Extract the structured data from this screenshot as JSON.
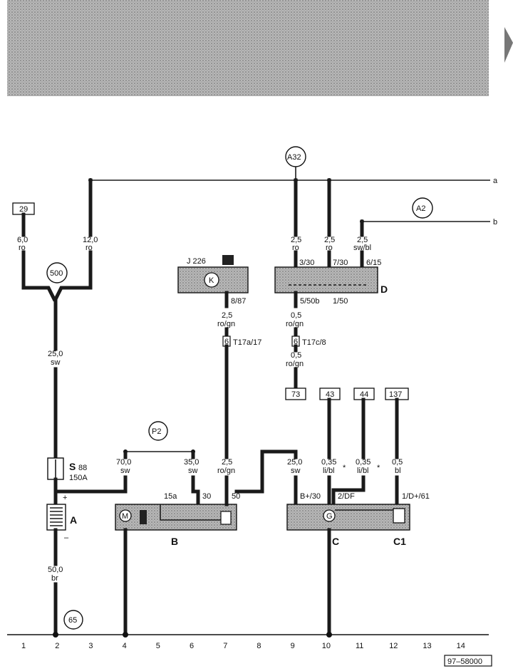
{
  "wire_labels": {
    "w1": {
      "size": "6,0",
      "color": "ro"
    },
    "w2": {
      "size": "12,0",
      "color": "ro"
    },
    "w3": {
      "size": "25,0",
      "color": "sw"
    },
    "w4": {
      "size": "2,5",
      "color": "ro/gn"
    },
    "w5": {
      "size": "2,5",
      "color": "ro/gn"
    },
    "w6": {
      "size": "2,5",
      "color": "ro"
    },
    "w7": {
      "size": "2,5",
      "color": "ro"
    },
    "w8": {
      "size": "2,5",
      "color": "sw/bl"
    },
    "w9": {
      "size": "0,5",
      "color": "ro/gn"
    },
    "w10": {
      "size": "0,5",
      "color": "ro/gn"
    },
    "w11": {
      "size": "70,0",
      "color": "sw"
    },
    "w12": {
      "size": "35,0",
      "color": "sw"
    },
    "w13": {
      "size": "25,0",
      "color": "sw"
    },
    "w14": {
      "size": "0,35",
      "color": "li/bl"
    },
    "w15": {
      "size": "0,35",
      "color": "li/bl"
    },
    "w16": {
      "size": "0,5",
      "color": "bl"
    },
    "w17": {
      "size": "50,0",
      "color": "br"
    }
  },
  "circle_labels": {
    "c500": "500",
    "cA32": "A32",
    "cA2": "A2",
    "cP2": "P2",
    "c65": "65"
  },
  "box_labels": {
    "b29": "29",
    "b73": "73",
    "b43": "43",
    "b44": "44",
    "b137": "137"
  },
  "components": {
    "relay_j": "J 226",
    "relay_k": "K",
    "switch_d": "D",
    "fuse_s": "S",
    "fuse_s_num": "88",
    "fuse_s_rating": "150A",
    "battery": "A",
    "starter": "B",
    "starter_m": "M",
    "alt": "C",
    "alt_g": "G",
    "reg": "C1",
    "plus": "+",
    "minus": "–"
  },
  "pins": {
    "p887": "8/87",
    "p330": "3/30",
    "p730": "7/30",
    "p615": "6/15",
    "p550b": "5/50b",
    "p150": "1/50",
    "t17a": "T17a/17",
    "t17c": "T17c/8",
    "p15a": "15a",
    "p30": "30",
    "p50": "50",
    "pb30": "B+/30",
    "p2df": "2/DF",
    "p1d61": "1/D+/61",
    "conn6": "6"
  },
  "side_labels": {
    "a": "a",
    "b": "b"
  },
  "stars": {
    "s1": "*",
    "s2": "*"
  },
  "axis_numbers": [
    "1",
    "2",
    "3",
    "4",
    "5",
    "6",
    "7",
    "8",
    "9",
    "10",
    "11",
    "12",
    "13",
    "14"
  ],
  "figure_code": "97–58000"
}
